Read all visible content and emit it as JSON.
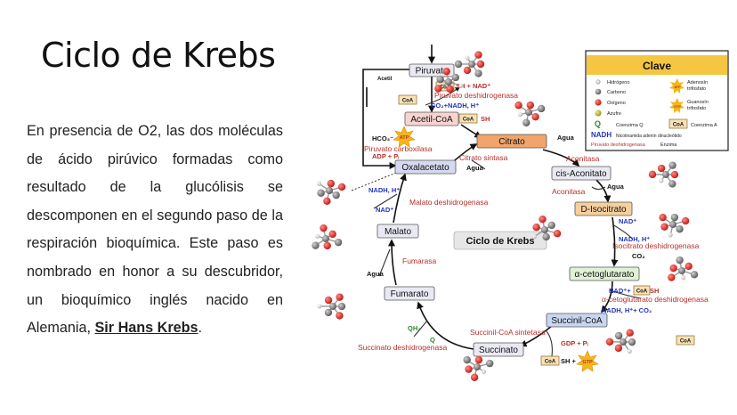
{
  "slide": {
    "title": "Ciclo de Krebs",
    "body_prefix": "En presencia de O2, las dos moléculas de ácido pirúvico formadas como resultado de la glucólisis se descomponen en el segundo paso de la respiración bioquímica. Este paso es nombrado en honor a su descubridor, un bioquímico inglés nacido en Alemania, ",
    "body_highlight": "Sir Hans Krebs",
    "body_suffix": "."
  },
  "diagram": {
    "center_label": "Ciclo de Krebs",
    "intermediates": {
      "piruvato": "Piruvato",
      "acetil_coa": "Acetil-CoA",
      "citrato": "Citrato",
      "cis_aconitato": "cis-Aconitato",
      "d_isocitrato": "D-Isocitrato",
      "alfa_cetoglutarato": "α-cetoglutarato",
      "succinil_coa": "Succinil-CoA",
      "succinato": "Succinato",
      "fumarato": "Fumarato",
      "malato": "Malato",
      "oxalacetato": "Oxalacetato"
    },
    "enzymes": {
      "piruvato_deshidrogenasa": "Piruvato deshidrogenasa",
      "piruvato_carboxilasa": "Piruvato carboxilasa",
      "citrato_sintasa": "Citrato sintasa",
      "aconitasa_1": "Aconitasa",
      "aconitasa_2": "Aconitasa",
      "isocitrato_deshidrogenasa": "Isocitrato deshidrogenasa",
      "alfa_cetoglutarato_deshidrogenasa": "α-cetoglutarato deshidrogenasa",
      "succinil_coa_sintetasa": "Succinil-CoA sintetasa",
      "succinato_deshidrogenasa": "Succinato deshidrogenasa",
      "fumarasa": "Fumarasa",
      "malato_deshidrogenasa": "Malato deshidrogenasa"
    },
    "cofactors": {
      "acetil": "Acetil",
      "sh_nad": "SH + NAD⁺",
      "co2_nadh_h": "CO₂+NADH, H⁺",
      "sh_1": "SH",
      "hco3": "HCO₃⁻ +",
      "adp_pi": "ADP + Pᵢ",
      "agua_citrato": "Agua",
      "agua_citrato_sintasa": "Agua",
      "agua_aconitasa": "Agua",
      "nad_isocitrato": "NAD⁺",
      "nadh_isocitrato": "NADH, H⁺",
      "co2_isocitrato": "CO₂",
      "nad_sh": "NAD⁺+",
      "sh_2": "SH",
      "nadh_co2": "NADH, H⁺+ CO₂",
      "gdp_pi": "GDP + Pᵢ",
      "sh_3": "SH +",
      "q": "Q",
      "qh2": "QH₂",
      "agua_fumarasa": "Agua",
      "nadh_malato": "NADH, H⁺",
      "nad_malato": "NAD⁺",
      "coa": "CoA",
      "atp": "ATP",
      "gtp": "GTP"
    },
    "legend": {
      "title": "Clave",
      "hidrogeno": "Hidrógeno",
      "carbono": "Carbono",
      "oxigeno": "Oxígeno",
      "azufre": "Azufre",
      "coenzima_q": "Coenzima Q",
      "nadh_abbr": "NADH",
      "nadh_desc": "Nicotinamida adenín dinucleótido",
      "enzima_example": "Piruvato deshidrogenasa",
      "enzima_label": "Enzima",
      "atp_desc_1": "Adenosín",
      "atp_desc_2": "trifosfato",
      "gtp_desc_1": "Guanosín",
      "gtp_desc_2": "trifosfato",
      "coa_desc": "Coenzima A",
      "q_symbol": "Q"
    },
    "colors": {
      "intermediate_box": "#e9e9f4",
      "acetil_box": "#f9d4cf",
      "enzyme_text": "#b5302b",
      "nad_text": "#2233bb",
      "legend_border": "#222222",
      "legend_title_bg": "#f5c642",
      "oxygen": "#d42a24",
      "carbon": "#7a7a7a",
      "sulfur": "#b8b032",
      "hydrogen": "#f0f0f0",
      "atp_star": "#f6b716",
      "coa_box": "#f7e1b6"
    }
  }
}
